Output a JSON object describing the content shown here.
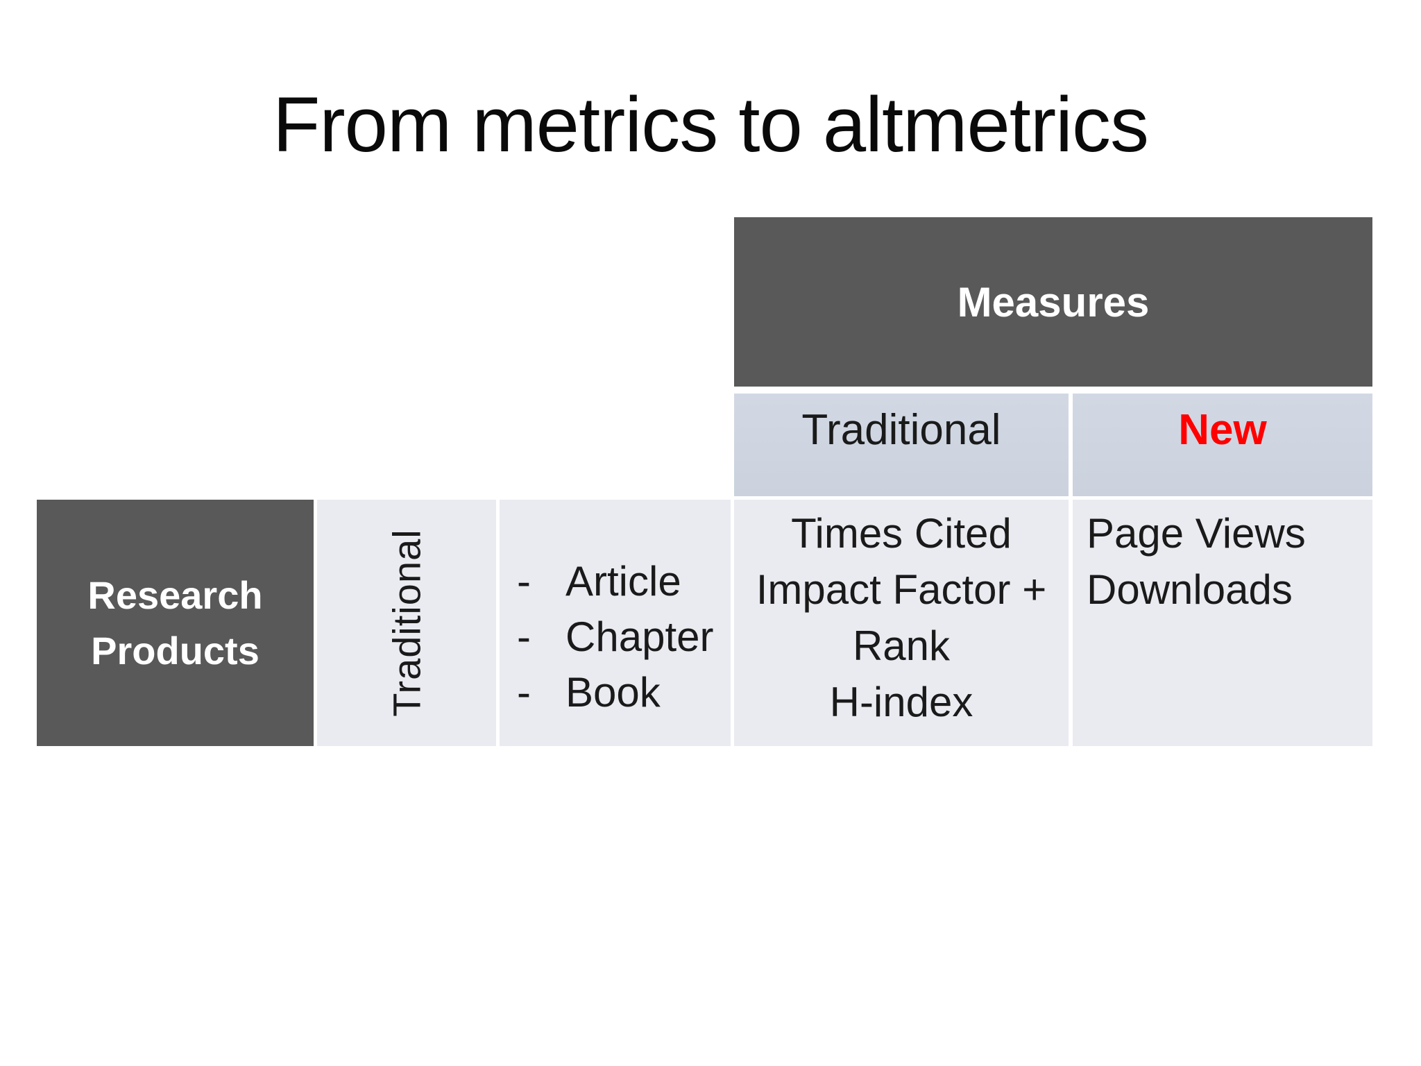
{
  "slide": {
    "title": "From metrics to altmetrics"
  },
  "colors": {
    "dark_header_bg": "#595959",
    "column_header_bg": "#cfd5e1",
    "body_cell_bg": "#eaebf1",
    "header_text": "#ffffff",
    "body_text": "#1a1a1a",
    "new_accent": "#ff0000"
  },
  "table": {
    "measures_header": "Measures",
    "column_headers": {
      "traditional": "Traditional",
      "new": "New"
    },
    "row_header": "Research Products",
    "row_category_vertical": "Traditional",
    "bullet_char": "-",
    "product_items": [
      "Article",
      "Chapter",
      "Book"
    ],
    "traditional_measures": [
      "Times Cited",
      "Impact Factor +",
      "Rank",
      "H-index"
    ],
    "new_measures": [
      "Page Views",
      "Downloads"
    ]
  }
}
